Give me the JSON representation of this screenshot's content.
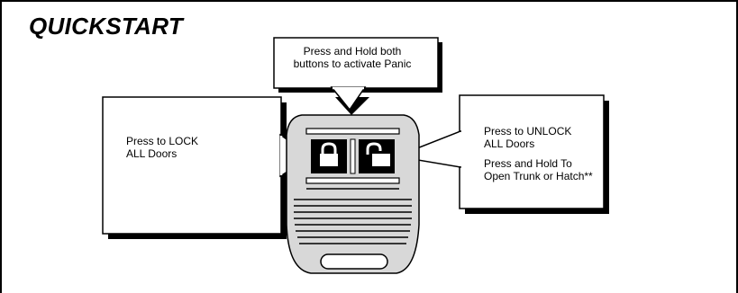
{
  "title": "QUICKSTART",
  "callouts": {
    "panic": {
      "line1": "Press and Hold both",
      "line2": "buttons to activate Panic"
    },
    "lock": {
      "line1": "Press to LOCK",
      "line2": "ALL Doors"
    },
    "unlock": {
      "line1": "Press to UNLOCK",
      "line2": "ALL Doors",
      "line3": "Press and Hold To",
      "line4": "Open Trunk or Hatch**"
    }
  },
  "icons": {
    "lock_button": "padlock-closed-icon",
    "unlock_button": "padlock-open-icon"
  }
}
